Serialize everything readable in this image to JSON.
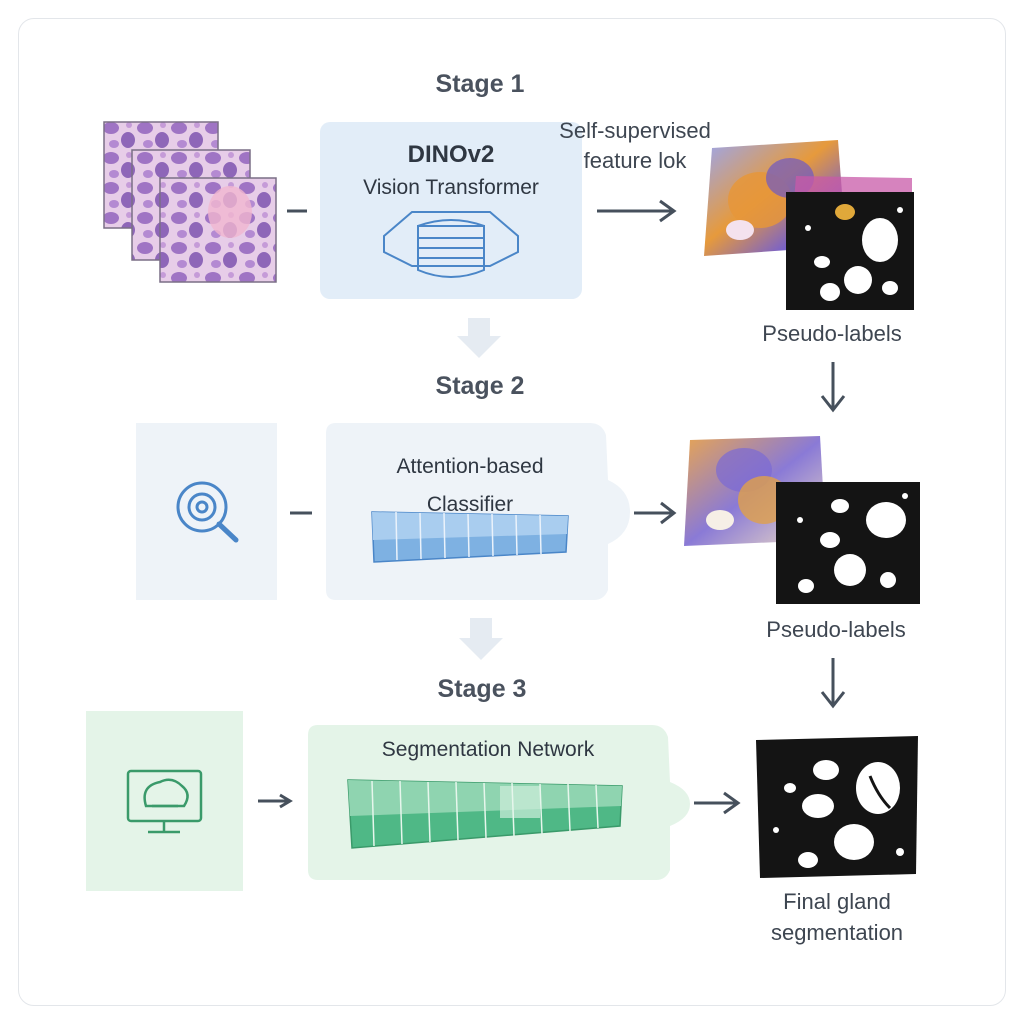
{
  "stages": [
    {
      "title": "Stage 1",
      "model": {
        "name": "DINOv2",
        "subtitle": "Vision Transformer"
      },
      "edge_label": "Self-supervised\nfeature lok",
      "output_label": "Pseudo-labels"
    },
    {
      "title": "Stage 2",
      "model": {
        "name": "Attention-based\nClassifier"
      },
      "output_label": "Pseudo-labels"
    },
    {
      "title": "Stage 3",
      "model": {
        "name": "Segmentation Network"
      },
      "output_label": "Final gland\nsegmentation"
    }
  ],
  "colors": {
    "stage1_panel": "#e2edf8",
    "stage2_panel": "#eef3f8",
    "stage3_panel": "#e4f4e8",
    "blue_accent": "#4a86c8",
    "green_accent": "#3a9a6a",
    "arrow": "#46505c",
    "down_chevron": "#e5ebf2",
    "histology_purple": "#9a70c0",
    "mask_black": "#141414"
  },
  "icons": {
    "stage1_input": "histology-slides-stack",
    "stage1_model": "transformer-device-icon",
    "stage2_input": "magnifier-target-icon",
    "stage3_input": "monitor-brain-icon"
  }
}
